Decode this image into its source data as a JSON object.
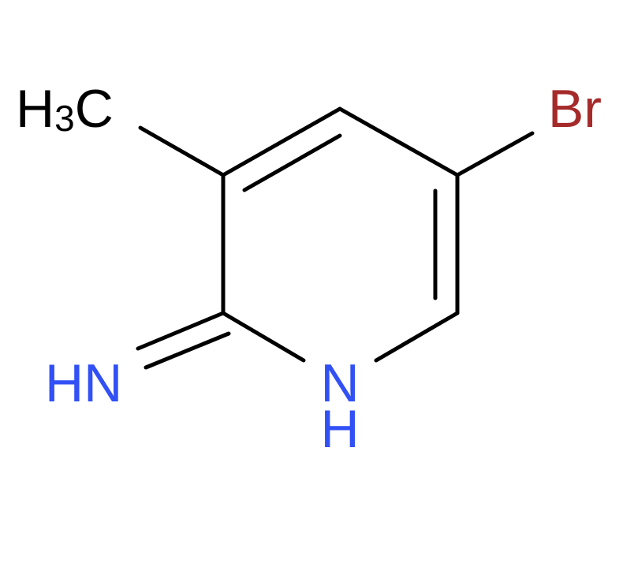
{
  "molecule": {
    "atoms": {
      "methyl": {
        "main": "H",
        "sub": "3",
        "tail": "C"
      },
      "bromine": {
        "label": "Br"
      },
      "imine": {
        "label": "HN"
      },
      "ring_nitrogen": {
        "label": "N",
        "hydrogen": "H"
      }
    }
  },
  "colors": {
    "bond": "#000000",
    "carbon_label": "#000000",
    "nitrogen": "#3150f5",
    "bromine": "#a52a2a"
  }
}
